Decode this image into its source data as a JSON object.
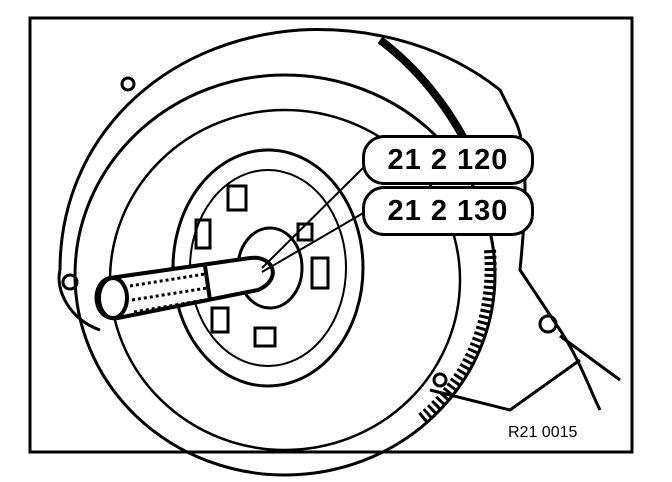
{
  "labels": {
    "tool_1": "21 2 120",
    "tool_2": "21 2 130"
  },
  "reference_code": "R21 0015"
}
